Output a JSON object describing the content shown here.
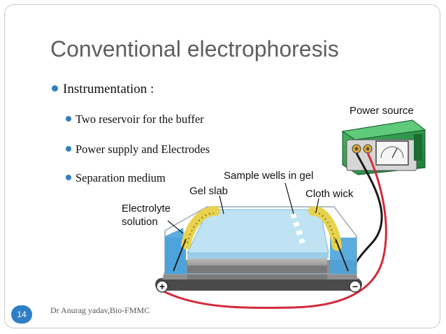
{
  "slide": {
    "title": "Conventional electrophoresis",
    "number": "14",
    "footer": "Dr Anurag yadav,Bio-FMMC"
  },
  "bullets": {
    "main": "Instrumentation :",
    "sub": [
      "Two reservoir for the buffer",
      "Power supply and Electrodes",
      "Separation medium"
    ]
  },
  "diagram": {
    "labels": {
      "power_source": "Power source",
      "sample_wells": "Sample wells in gel",
      "gel_slab": "Gel slab",
      "cloth_wick": "Cloth wick",
      "electrolyte_line1": "Electrolyte",
      "electrolyte_line2": "solution"
    },
    "terminals": {
      "positive": "+",
      "negative": "−"
    },
    "colors": {
      "accent": "#2f7fc6",
      "power_case": "#2e9e4c",
      "electrolyte": "#4ba3db",
      "gel": "#bfe3f3",
      "red_wire": "#d12b3a",
      "black_wire": "#1a1a1a",
      "wick": "#e8d24e"
    }
  }
}
